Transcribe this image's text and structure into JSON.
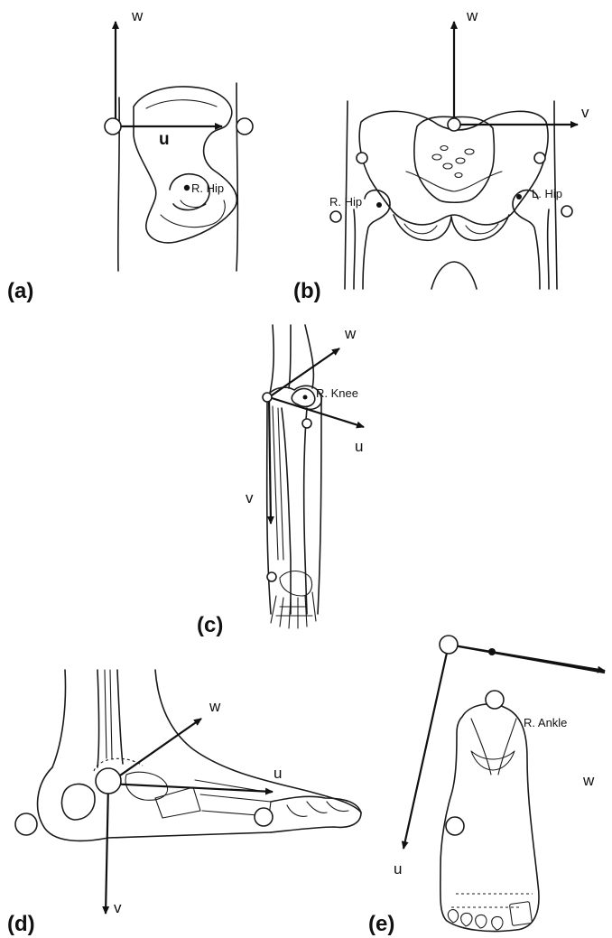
{
  "panels": {
    "a": {
      "tag": "(a)",
      "joint": "R. Hip",
      "axis_w": "w",
      "axis_u": "u"
    },
    "b": {
      "tag": "(b)",
      "joint_right": "R. Hip",
      "joint_left": "L. Hip",
      "axis_w": "w",
      "axis_v": "v"
    },
    "c": {
      "tag": "(c)",
      "joint": "R. Knee",
      "axis_w": "w",
      "axis_u": "u",
      "axis_v": "v"
    },
    "d": {
      "tag": "(d)",
      "axis_w": "w",
      "axis_u": "u",
      "axis_v": "v"
    },
    "e": {
      "tag": "(e)",
      "joint": "R. Ankle",
      "axis_w": "w",
      "axis_u": "u"
    }
  }
}
